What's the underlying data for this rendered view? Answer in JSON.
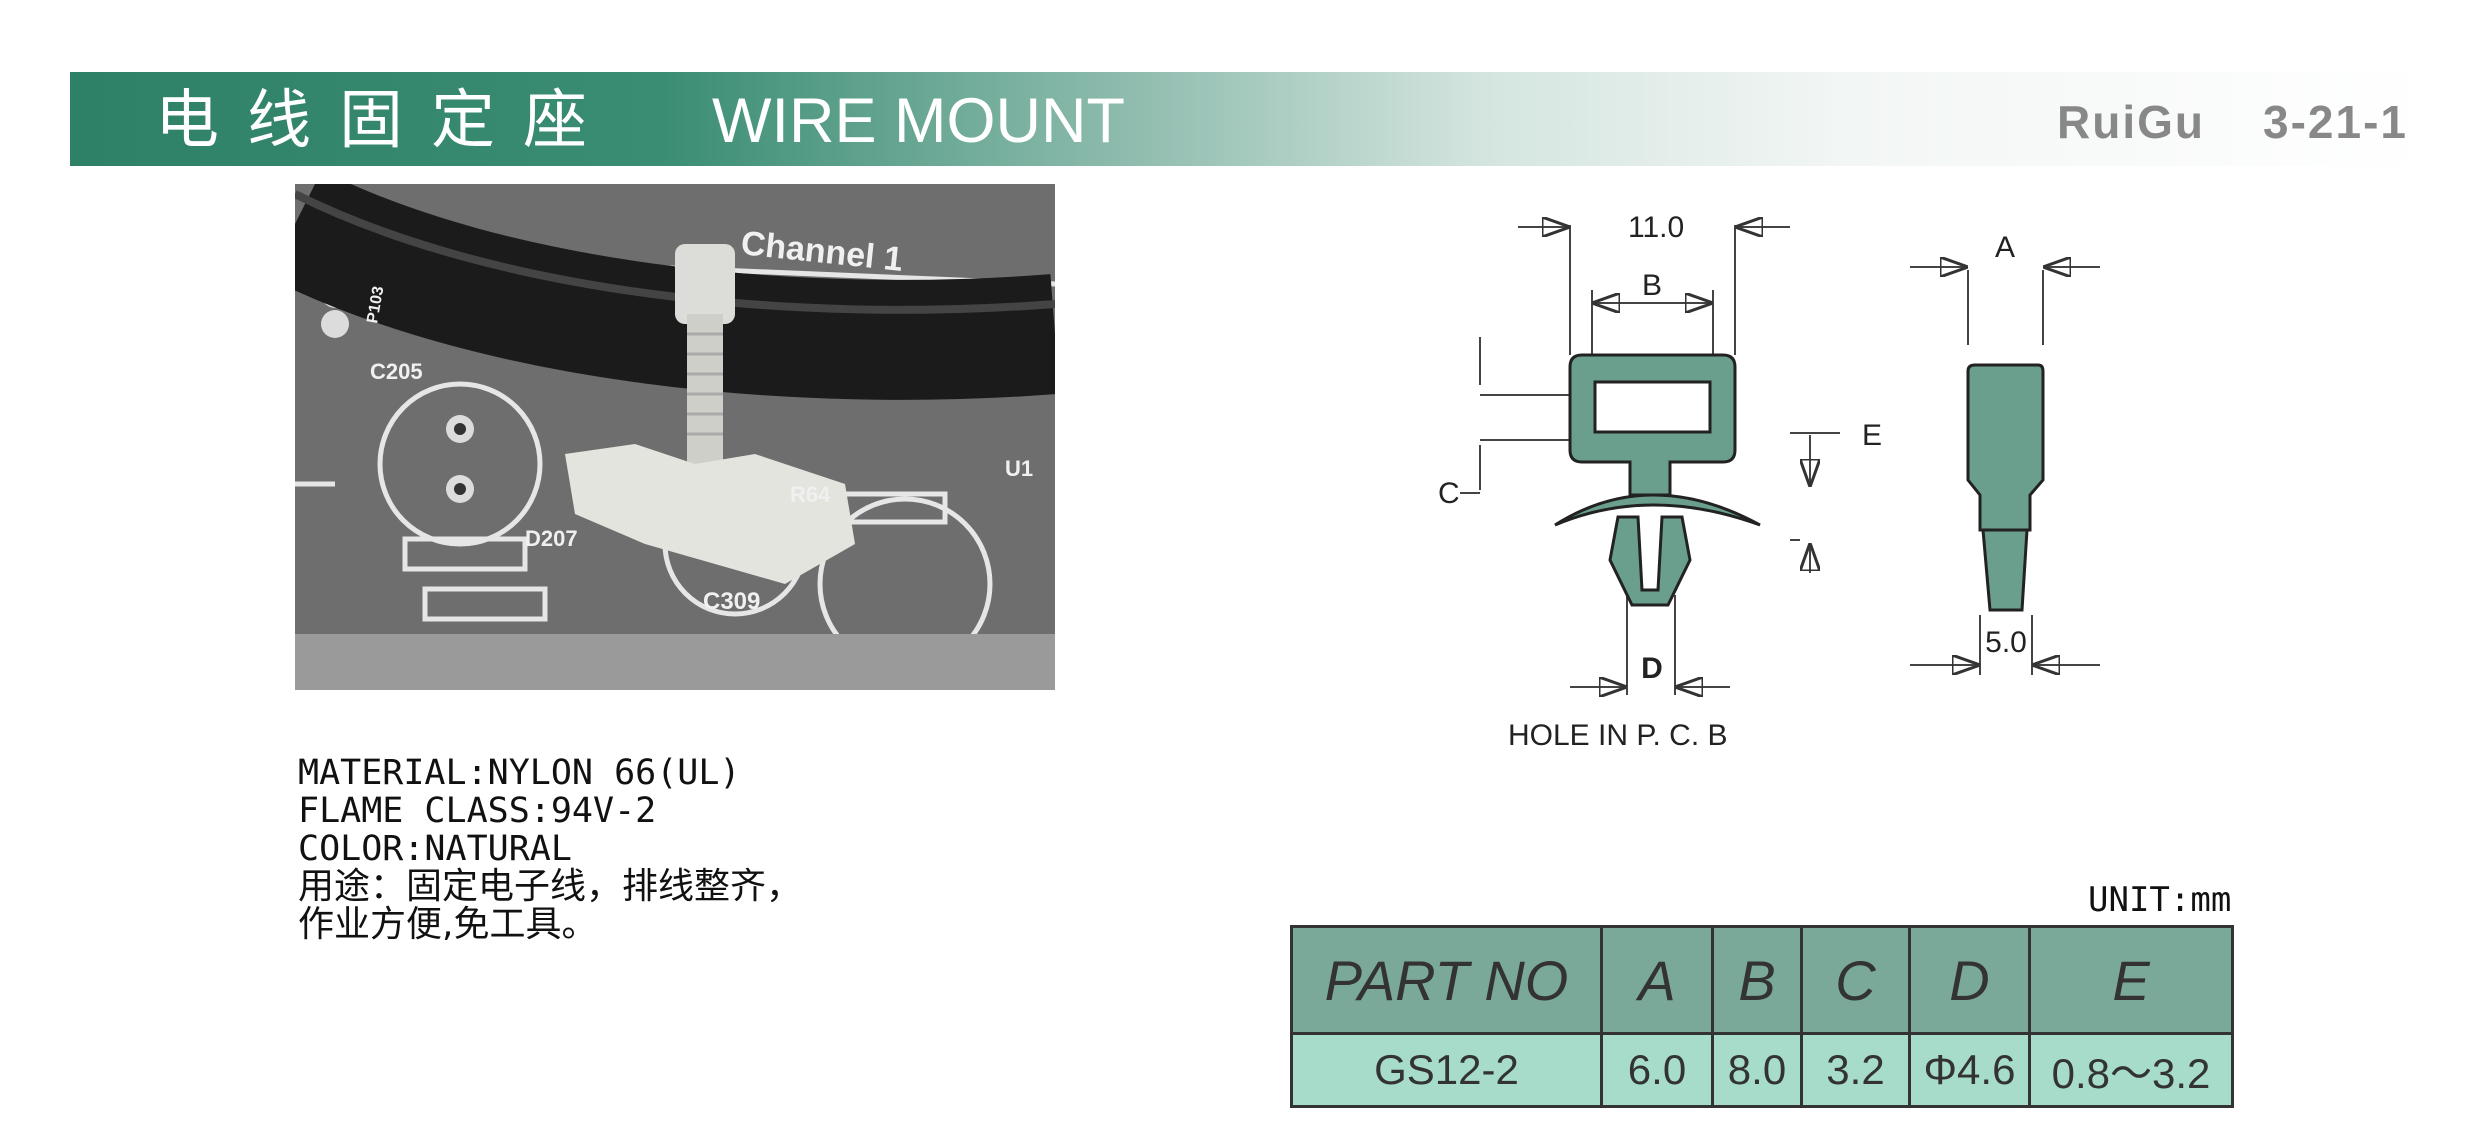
{
  "header": {
    "title_cn": "电线固定座",
    "title_en": "WIRE MOUNT",
    "brand": "RuiGu",
    "page_code": "3-21-1",
    "accent_color": "#2e8066"
  },
  "photo": {
    "labels": [
      "Channel 1",
      "C205",
      "P103",
      "D207",
      "R64",
      "C309",
      "U1"
    ]
  },
  "specs": {
    "material": "MATERIAL:NYLON 66(UL)",
    "flame_class": "FLAME CLASS:94V-2",
    "color": "COLOR:NATURAL",
    "usage_line1": "用途：固定电子线，排线整齐，",
    "usage_line2": "作业方便,免工具。"
  },
  "drawing": {
    "dim_width": "11.0",
    "label_a": "A",
    "label_b": "B",
    "label_c": "C",
    "label_d": "D",
    "label_e": "E",
    "dim_base": "5.0",
    "hole_note": "HOLE  IN  P. C. B",
    "part_color": "#6a9e8d"
  },
  "table": {
    "unit": "UNIT:mm",
    "headers": [
      "PART NO",
      "A",
      "B",
      "C",
      "D",
      "E"
    ],
    "rows": [
      [
        "GS12-2",
        "6.0",
        "8.0",
        "3.2",
        "Φ4.6",
        "0.8～3.2"
      ]
    ]
  }
}
